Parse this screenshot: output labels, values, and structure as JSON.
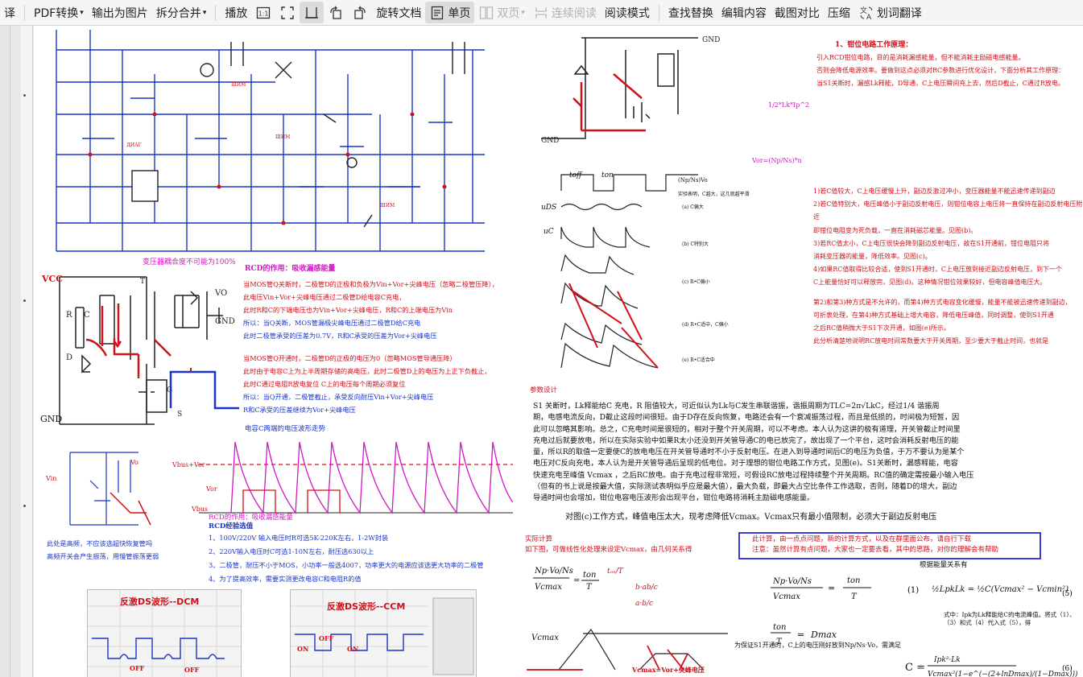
{
  "toolbar": {
    "items": [
      {
        "label": "译"
      },
      {
        "label": "PDF转换"
      },
      {
        "label": "输出为图片"
      },
      {
        "label": "拆分合并"
      },
      {
        "label": "播放"
      },
      {
        "label": "旋转文档"
      },
      {
        "label": "单页"
      },
      {
        "label": "双页"
      },
      {
        "label": "连续阅读"
      },
      {
        "label": "阅读模式"
      },
      {
        "label": "查找替换"
      },
      {
        "label": "编辑内容"
      },
      {
        "label": "截图对比"
      },
      {
        "label": "压缩"
      },
      {
        "label": "划词翻译"
      }
    ]
  },
  "doc": {
    "tl_hint": "变压器耦合度不可能为100%",
    "vcc": "VCC",
    "gnd": "GND",
    "gnd2": "GND",
    "rcd_title": "RCD的作用：吸收漏感能量",
    "rcd_lines": [
      "当MOS管Q关断时，二极管D的正极和负极为Vin+Vor+尖峰电压（忽略二极管压降），",
      "此电压Vin+Vor+尖峰电压通过二极管D给电容C充电，",
      "此时R和C的下端电压也为Vin+Vor+尖峰电压，R和C的上端电压为Vin",
      "所以：当Q关断，MOS管漏极尖峰电压通过二极管D给C充电",
      "此时二极管承受的压差为0.7V，R和C承受的压差为Vor+尖峰电压"
    ],
    "rcd_lines2": [
      "当MOS管Q开通时，二极管D的正极的电压为0（忽略MOS管导通压降）",
      "此时由于电容C上为上半周期存储的高电压，此时二极管D上的电压为上正下负截止，",
      "此时C通过电阻R放电复位      C上的电压每个周期必须复位",
      "所以：当Q开通，二极管截止，承受反向耐压Vin+Vor+尖峰电压",
      "R和C承受的压差继续为Vor+尖峰电压"
    ],
    "cap_wave": "电容C两端的电压波形走势",
    "vbus_vor": "Vbus+Vor",
    "vor": "Vor",
    "vbus": "Vbus",
    "rcd_exp_title": "RCD的作用：吸收漏感能量",
    "rcd_exp_sub": "RCD经验选值",
    "rcd_exp": [
      "1、100V/220V 输入电压时R可选5K-220K左右，1-2W封装",
      "2、220V输入电压时C可选1-10N左右，耐压选630以上",
      "3、二极管，耐压不小于MOS，小功率一般选4007，功率更大的电源应该选更大功率的二极管",
      "4、为了提高效率，需要实测更改电容C和电阻R的值"
    ],
    "hf_note1": "此处是高频，不应该选超快恢复管吗",
    "hf_note2": "高频开关会产生振荡，用慢管振荡更弱",
    "dcm": "反激DS波形--DCM",
    "ccm": "反激DS波形--CCM",
    "off_label": "OFF",
    "on_label": "ON",
    "clamp_title": "1、钳位电路工作原理：",
    "clamp_lines": [
      "引入RCD钳位电路，目的是消耗漏感能量，但不能消耗主励磁电感能量。",
      "否则会降低电源效率。要做到这点必须对RC参数进行优化设计，下面分析其工作原理：",
      "当S1关断时，漏感Lk释能，D导通，C上电压瞬间充上去，然后D截止，C通过R放电。"
    ],
    "half_lk": "1/2*Lk*Ip^2",
    "vor_formula": "Vor=(Np/Ns)*n",
    "rc_notes": [
      "1)若C值较大，C上电压缓慢上升，副边反激过冲小，变压器能量不能迅速传递到副边",
      "2)若C值特别大，电压峰值小于副边反射电压，则钳位电容上电压将一直保持在副边反射电压附近",
      "即钳位电阻变为死负载，一直在消耗磁芯能量。见图(b)。",
      "3)若RC值太小，C上电压很快会降到副边反射电压，故在S1开通前，钳位电阻只将",
      "消耗变压器的能量，降低效率。见图(c)。",
      "4)如果RC值取得比较合适，使到S1开通时，C上电压放到接近副边反射电压，到下一个",
      "C上能量恰好可以释放完，见图(d)。这种情况钳位效果较好，但电容峰值电压大。",
      "第2)和第3)种方式是不允许的，而第4)种方式电容变化缓慢，能量不能被迅速传递到副边，",
      "可折衷处理，在第4)种方式基础上增大电容，降低电压峰值，同时调整，使到S1开通",
      "之后RC值稍微大于S1下次开通，如图(e)所示。",
      "此分析清楚地说明RC放电时间常数要大于开关周期，至少要大于截止时间，也就是"
    ],
    "waves_labels": [
      "toff",
      "ton",
      "uDS",
      "uC",
      "(Np/Ns)Vo",
      "实验表明，C越大，这几就越平滑",
      "(a) C偏大",
      "(b) C特别大",
      "(c) R•C偏小",
      "(d) R•C适中，C偏小",
      "(e) R•C适合中"
    ],
    "param_title": "参数设计",
    "param_para": [
      "S1 关断时，Lk释能给C 充电，R 阻值较大，可近似认为Lk与C发生串联谐振，谐振周期为TLC=2π√LkC，经过1/4 谐振周",
      "期，电感电流反向，D截止这段时间很短。由于D存在反向恢复，电路还会有一个衰减振荡过程，而且是低损的，时间极为短暂，因",
      "此可以忽略其影响。总之，C充电时间是很短的，相对于整个开关周期，可以不考虑。本人认为这讲的极有道理，开关管截止时间里",
      "充电过后就要放电，所以在实际实验中如果R太小还没到开关管导通C的电已放完了，故出现了一个平台，这时会消耗反射电压的能",
      "量，所以R的取值一定要使C的放电电压在开关管导通时不小于反射电压。在进入到导通时间后C的电压为负值，于万不要认为是某个",
      "电压对C反向充电，本人认为是开关管导通后呈现的低电位。对于理想的钳位电路工作方式，见图(e)。S1关断时，漏感释能，电容",
      "快速充电至峰值  Vcmax ，之后RC放电。由于充电过程非常短，可假设RC放电过程持续整个开关周期。RC值的确定需按最小输入电压",
      "（但有的书上说是按最大值，实际测试表明似乎应是最大值），最大负载，即最大占空比条件工作选取，否则，随着D的增大，副边",
      "导通时间也会增加，钳位电容电压波形会出现平台，钳位电路将消耗主励磁电感能量。"
    ],
    "param_line2": "对图(c)工作方式，峰值电压太大，现考虑降低Vcmax。Vcmax只有最小值限制，必须大于副边反射电压",
    "actual_calc": "实际计算",
    "actual_calc2": "如下图，可做线性化处理来设定Vcmax，由几何关系得",
    "notice1": "此计算，由一点点问题，新的计算方式，以及在群里面公布，请自行下载",
    "notice2": "注意：虽然计算有点问题，大家也一定要去看，其中的思路，对你的理解会有帮助",
    "energy_title": "根据能量关系有",
    "eq1_num": "(1)",
    "eq5_num": "(5)",
    "eq6_num": "(6)",
    "eq_note": "式中：Ipk为Lk释能给C的电流峰值。将式（1）、（3）和式（4）代入式（5），得",
    "s1_note": "为保证S1开通时，C上的电压刚好放到Np/Ns·Vo，需满足",
    "dmax": "Dmax",
    "vcmax_note": "Vcmax=Vor+尖峰电压",
    "big_c": "C ="
  }
}
